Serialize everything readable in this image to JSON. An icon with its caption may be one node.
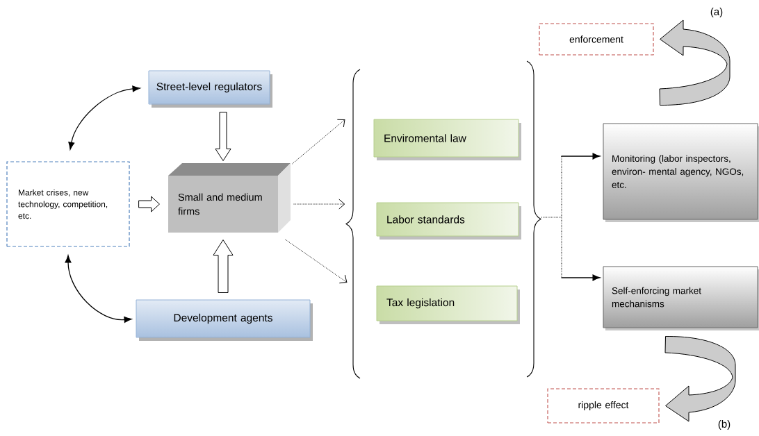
{
  "diagram": {
    "nodes": [
      {
        "text": [
          "Street-level regulators"
        ]
      },
      {
        "text": [
          "Market crises, new technology, competition, etc."
        ]
      },
      {
        "text": [
          "Small and medium firms"
        ]
      },
      {
        "text": [
          "Development agents"
        ]
      },
      {
        "text": [
          "Enviromental law"
        ]
      },
      {
        "text": [
          "Labor standards"
        ]
      },
      {
        "text": [
          "Tax legislation"
        ]
      },
      {
        "text": [
          "Monitoring (labor inspectors, environ- mental agency, NGOs, etc."
        ]
      },
      {
        "text": [
          "Self-enforcing market mechanisms"
        ]
      },
      {
        "text": [
          "enforcement"
        ]
      },
      {
        "text": [
          "ripple effect"
        ]
      }
    ],
    "edges": [
      {
        "from": 0,
        "to": 1,
        "arrow": "both"
      },
      {
        "from": 0,
        "to": 2,
        "arrow": "to",
        "style": "thick"
      },
      {
        "from": 1,
        "to": 2,
        "arrow": "to",
        "style": "thick"
      },
      {
        "from": 3,
        "to": 2,
        "arrow": "to",
        "style": "thick"
      },
      {
        "from": 3,
        "to": 1,
        "arrow": "both"
      },
      {
        "from": 2,
        "to": 4,
        "arrow": "to",
        "style": "dashed"
      },
      {
        "from": 2,
        "to": 5,
        "arrow": "to",
        "style": "dashed"
      },
      {
        "from": 2,
        "to": 6,
        "arrow": "to",
        "style": "dashed"
      },
      {
        "from": null,
        "to": 7,
        "arrow": "to"
      },
      {
        "from": null,
        "to": 8,
        "arrow": "to"
      },
      {
        "from": 7,
        "to": 9,
        "arrow": "to",
        "style": "thick"
      },
      {
        "from": 8,
        "to": 10,
        "arrow": "to",
        "style": "thick"
      }
    ],
    "labels": [
      "(a)",
      "(b)"
    ]
  }
}
